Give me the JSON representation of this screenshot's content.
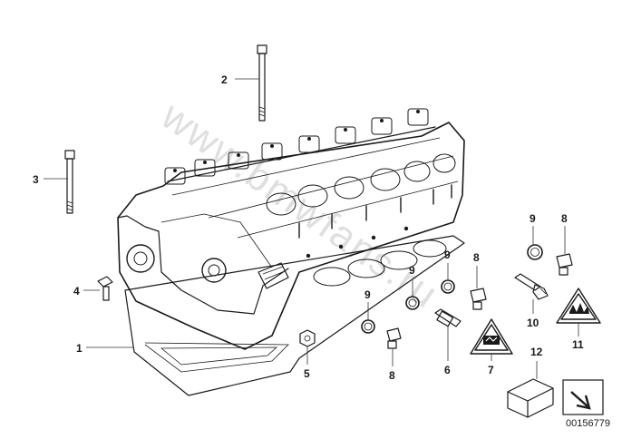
{
  "diagram": {
    "callouts": [
      "1",
      "2",
      "3",
      "4",
      "5",
      "6",
      "7",
      "8",
      "9",
      "10",
      "11",
      "12"
    ],
    "reference_number": "00156779",
    "watermark": "www.bmwfans.ru",
    "icons": {
      "warning": "warning-triangle-icon",
      "caution": "caution-hand-icon",
      "nav_next": "arrow-down-right-icon",
      "part_box": "package-box-icon"
    }
  }
}
